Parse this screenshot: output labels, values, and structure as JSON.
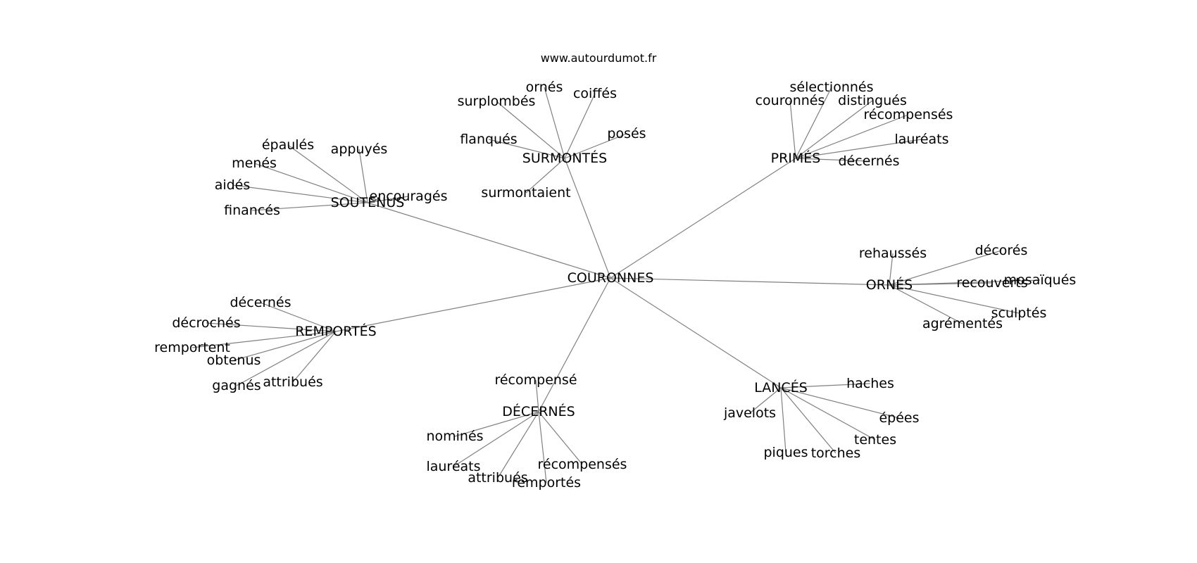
{
  "site": "www.autourdumot.fr",
  "root": {
    "id": "root",
    "label": "COURONNES"
  },
  "hubs": [
    {
      "id": "surmontes",
      "label": "SURMONTÉS",
      "children": [
        {
          "id": "surmontes-ornes",
          "label": "ornés"
        },
        {
          "id": "surmontes-surplombes",
          "label": "surplombés"
        },
        {
          "id": "surmontes-coiffes",
          "label": "coiffés"
        },
        {
          "id": "surmontes-poses",
          "label": "posés"
        },
        {
          "id": "surmontes-flanques",
          "label": "flanqués"
        },
        {
          "id": "surmontes-surmontaient",
          "label": "surmontaient"
        }
      ]
    },
    {
      "id": "primes",
      "label": "PRIMÉS",
      "children": [
        {
          "id": "primes-selectionnes",
          "label": "sélectionnés"
        },
        {
          "id": "primes-couronnes",
          "label": "couronnés"
        },
        {
          "id": "primes-distingues",
          "label": "distingués"
        },
        {
          "id": "primes-recompenses",
          "label": "récompensés"
        },
        {
          "id": "primes-laureats",
          "label": "lauréats"
        },
        {
          "id": "primes-decernes",
          "label": "décernés"
        }
      ]
    },
    {
      "id": "soutenus",
      "label": "SOUTENUS",
      "children": [
        {
          "id": "soutenus-epaules",
          "label": "épaulés"
        },
        {
          "id": "soutenus-appuyes",
          "label": "appuyés"
        },
        {
          "id": "soutenus-menes",
          "label": "menés"
        },
        {
          "id": "soutenus-aides",
          "label": "aidés"
        },
        {
          "id": "soutenus-encourages",
          "label": "encouragés"
        },
        {
          "id": "soutenus-finances",
          "label": "financés"
        }
      ]
    },
    {
      "id": "ornes",
      "label": "ORNÉS",
      "children": [
        {
          "id": "ornes-rehausses",
          "label": "rehaussés"
        },
        {
          "id": "ornes-decores",
          "label": "décorés"
        },
        {
          "id": "ornes-mosaiques",
          "label": "mosaïqués"
        },
        {
          "id": "ornes-recouverts",
          "label": "recouverts"
        },
        {
          "id": "ornes-sculptes",
          "label": "sculptés"
        },
        {
          "id": "ornes-agrementes",
          "label": "agrémentés"
        }
      ]
    },
    {
      "id": "remportes",
      "label": "REMPORTÉS",
      "children": [
        {
          "id": "remportes-decernes",
          "label": "décernés"
        },
        {
          "id": "remportes-decroches",
          "label": "décrochés"
        },
        {
          "id": "remportes-remportent",
          "label": "remportent"
        },
        {
          "id": "remportes-obtenus",
          "label": "obtenus"
        },
        {
          "id": "remportes-gagnes",
          "label": "gagnés"
        },
        {
          "id": "remportes-attribues",
          "label": "attribués"
        }
      ]
    },
    {
      "id": "decernes",
      "label": "DÉCERNÉS",
      "children": [
        {
          "id": "decernes-recompense",
          "label": "récompensé"
        },
        {
          "id": "decernes-nomines",
          "label": "nominés"
        },
        {
          "id": "decernes-laureats",
          "label": "lauréats"
        },
        {
          "id": "decernes-attribues",
          "label": "attribués"
        },
        {
          "id": "decernes-remportes",
          "label": "remportés"
        },
        {
          "id": "decernes-recompenses",
          "label": "récompensés"
        }
      ]
    },
    {
      "id": "lances",
      "label": "LANCÉS",
      "children": [
        {
          "id": "lances-haches",
          "label": "haches"
        },
        {
          "id": "lances-javelots",
          "label": "javelots"
        },
        {
          "id": "lances-epees",
          "label": "épées"
        },
        {
          "id": "lances-tentes",
          "label": "tentes"
        },
        {
          "id": "lances-piques",
          "label": "piques"
        },
        {
          "id": "lances-torches",
          "label": "torches"
        }
      ]
    }
  ]
}
